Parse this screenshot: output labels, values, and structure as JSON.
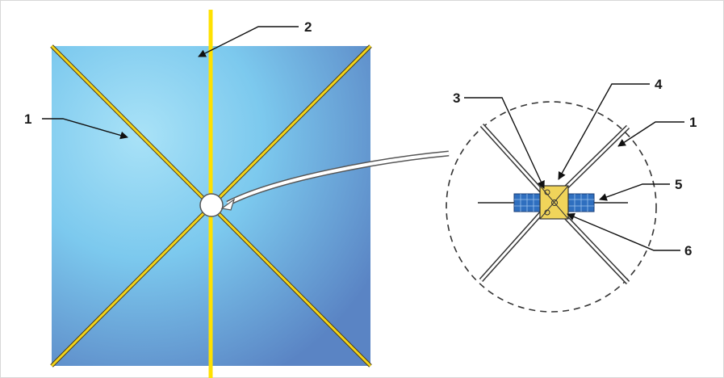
{
  "diagram": {
    "labels": {
      "sail_boom_left": "1",
      "mast": "2",
      "detail_part_3": "3",
      "detail_part_4": "4",
      "detail_boom_right": "1",
      "detail_solar_panel": "5",
      "detail_part_6": "6"
    },
    "colors": {
      "sail_light": "#8fd3f2",
      "sail_dark": "#5f88c6",
      "boom": "#f2d41a",
      "boom_edge": "#5a4a1e",
      "mast": "#ffe100",
      "hub_body": "#f0d45a",
      "solar_panel": "#2f6fbf",
      "outline": "#444444"
    }
  }
}
